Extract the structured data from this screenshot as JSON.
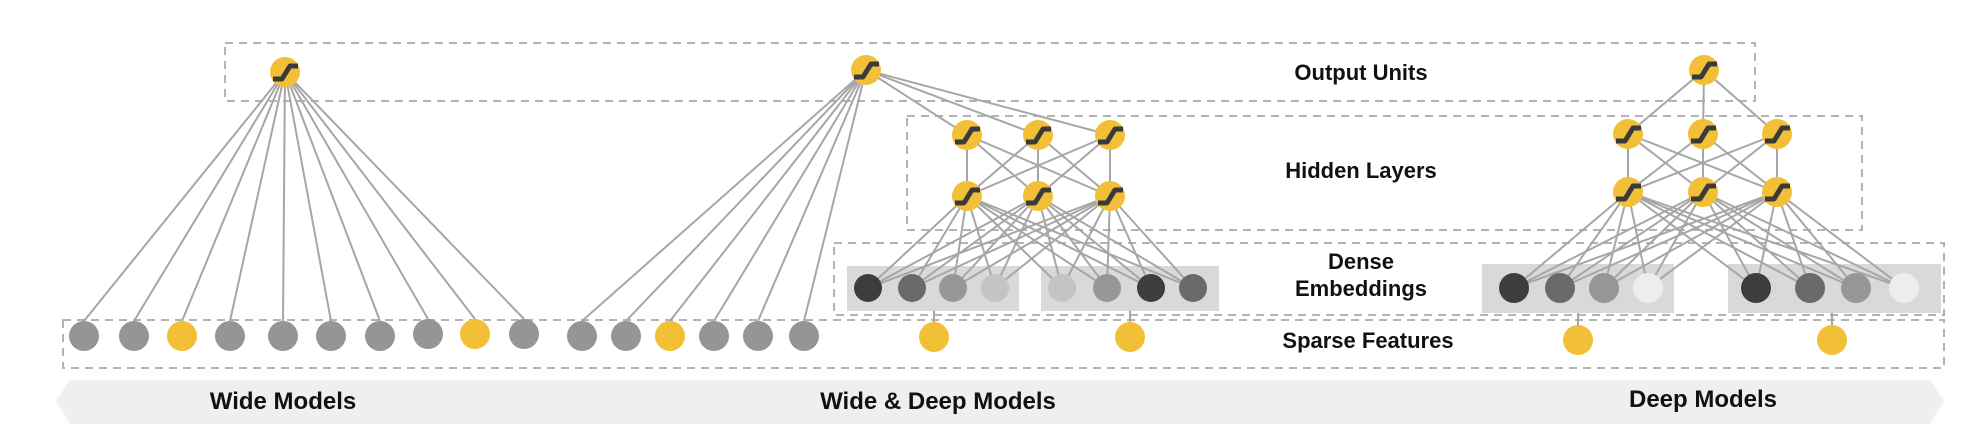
{
  "labels": {
    "output_units": "Output Units",
    "hidden_layers": "Hidden Layers",
    "dense_embeddings_line1": "Dense",
    "dense_embeddings_line2": "Embeddings",
    "sparse_features": "Sparse Features"
  },
  "models": {
    "wide": "Wide Models",
    "wide_deep": "Wide & Deep Models",
    "deep": "Deep Models"
  },
  "colors": {
    "active": "#f2c037",
    "sparse_gray": "#959595",
    "edge": "#a6a6a6",
    "box": "#b3b3b3",
    "band": "#efefef",
    "embed_bg": "#d9d9d9",
    "embed_shades": [
      "#3d3d3d",
      "#6a6a6a",
      "#979797",
      "#c4c4c4"
    ],
    "embed_shades_deep": [
      "#3d3d3d",
      "#6a6a6a",
      "#979797",
      "#ededed"
    ]
  }
}
